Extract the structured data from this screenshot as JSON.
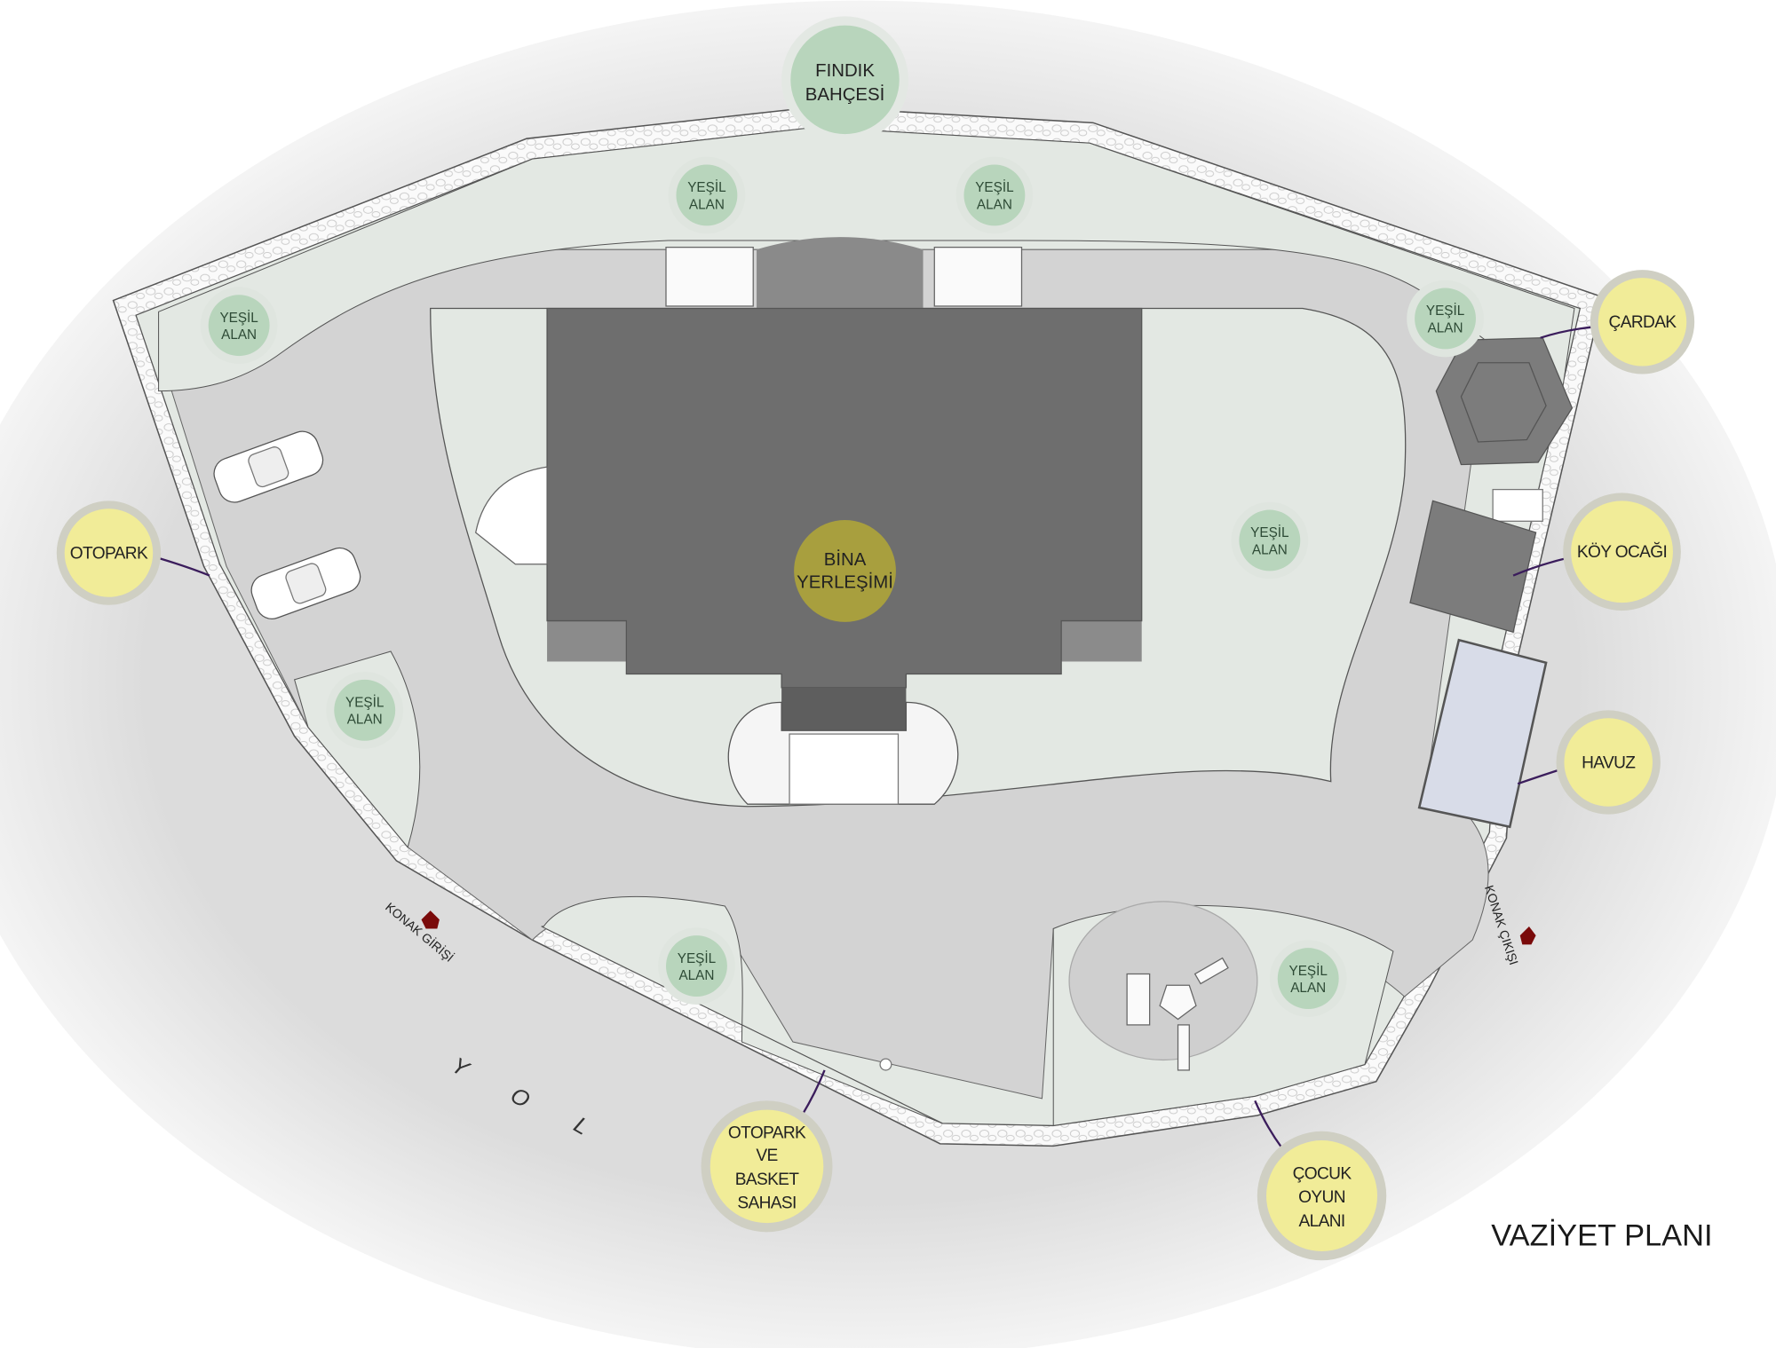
{
  "title": "VAZİYET PLANI",
  "road": {
    "letters": [
      "Y",
      "O",
      "L"
    ]
  },
  "entrances": {
    "entry": "KONAK GİRİŞİ",
    "exit": "KONAK ÇIKIŞI"
  },
  "labels": {
    "findik": [
      "FINDIK",
      "BAHÇESİ"
    ],
    "bina": [
      "BİNA",
      "YERLEŞİMİ"
    ],
    "otopark": "OTOPARK",
    "cardak": "ÇARDAK",
    "koy_ocagi": "KÖY OCAĞI",
    "havuz": "HAVUZ",
    "otopark_basket": [
      "OTOPARK",
      "VE",
      "BASKET",
      "SAHASI"
    ],
    "cocuk": [
      "ÇOCUK",
      "OYUN",
      "ALANI"
    ]
  },
  "green_area": [
    "YEŞİL",
    "ALAN"
  ],
  "colors": {
    "label_yellow": "#f1ec98",
    "label_green": "#b8d5bc",
    "building": "#6e6e6e",
    "road": "#d3d3d3",
    "lawn": "#e3e8e3",
    "arrow": "#3b1d5c",
    "entrance_mark": "#7a0a0a"
  }
}
